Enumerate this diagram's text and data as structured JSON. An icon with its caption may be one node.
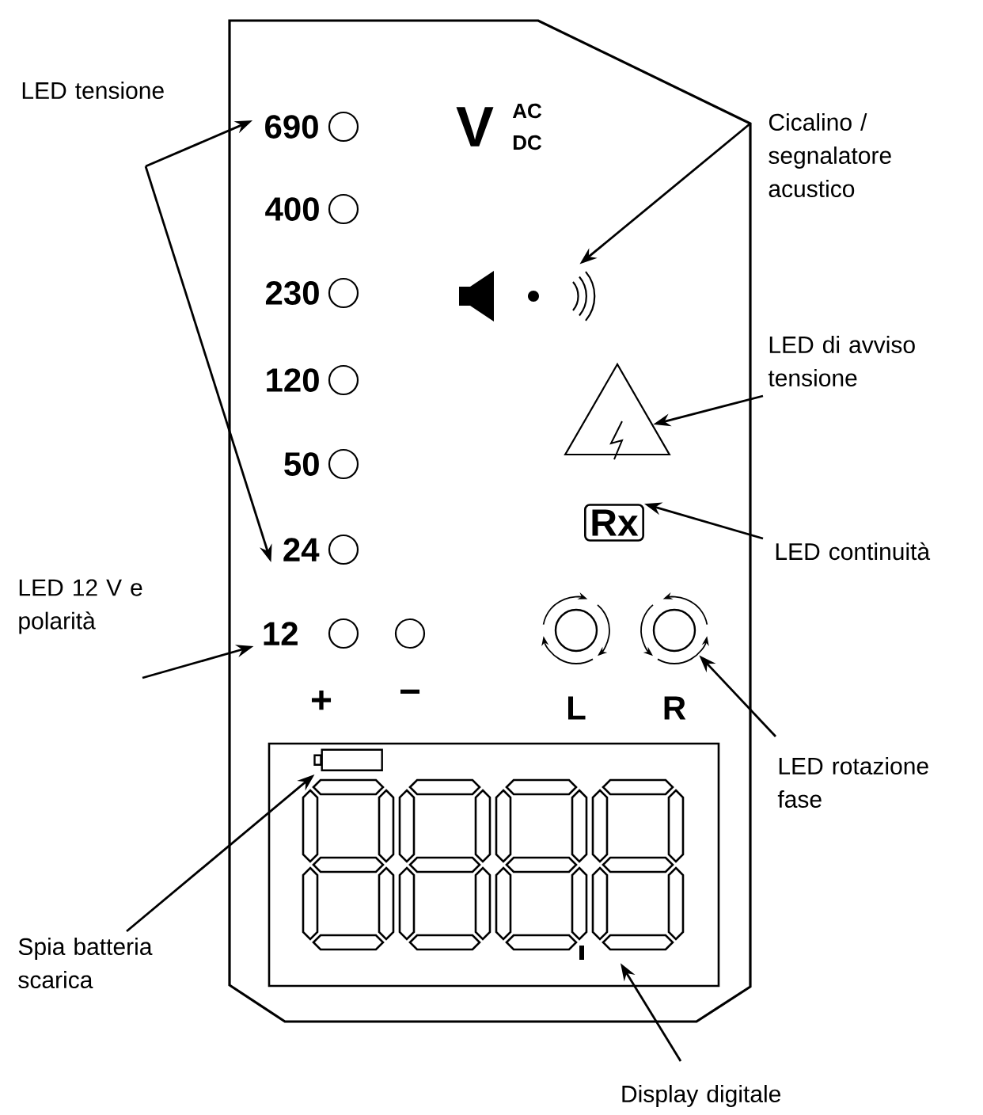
{
  "diagram": {
    "nodes": [
      {
        "text": [
          "LED tensione"
        ]
      },
      {
        "text": [
          "690"
        ]
      },
      {
        "text": [
          "24"
        ]
      },
      {
        "text": [
          "Cicalino / segnalatore acustico"
        ]
      },
      {
        "text": [],
        "shape": "speaker"
      },
      {
        "text": [
          "LED di avviso tensione"
        ]
      },
      {
        "text": [],
        "shape": "triangle"
      },
      {
        "text": [
          "Rx"
        ]
      },
      {
        "text": [
          "LED continuità"
        ]
      },
      {
        "text": [
          "LED 12 V e polarità"
        ]
      },
      {
        "text": [
          "12"
        ]
      },
      {
        "text": [
          "LED rotazione fase"
        ]
      },
      {
        "text": [],
        "shape": "circle"
      },
      {
        "text": [],
        "shape": "circle"
      },
      {
        "text": [
          "Spia batteria scarica"
        ]
      },
      {
        "text": [],
        "shape": "box"
      },
      {
        "text": [],
        "shape": "battery",
        "in": 15
      },
      {
        "text": [
          "Display digitale"
        ]
      }
    ],
    "edges": [
      {
        "from": 0,
        "to": 1,
        "arrow": "to"
      },
      {
        "from": 0,
        "to": 2,
        "arrow": "to"
      },
      {
        "from": 3,
        "to": 4,
        "arrow": "to"
      },
      {
        "from": 5,
        "to": 6,
        "arrow": "to"
      },
      {
        "from": 8,
        "to": 7,
        "arrow": "to"
      },
      {
        "from": 9,
        "to": 10,
        "arrow": "to"
      },
      {
        "from": 11,
        "to": 13,
        "arrow": "to"
      },
      {
        "from": 14,
        "to": 16,
        "arrow": "to"
      },
      {
        "from": 17,
        "to": 15,
        "arrow": "to"
      }
    ],
    "labels": [
      "V",
      "AC",
      "DC",
      "400",
      "230",
      "120",
      "50",
      "+",
      "−",
      "L",
      "R"
    ]
  }
}
